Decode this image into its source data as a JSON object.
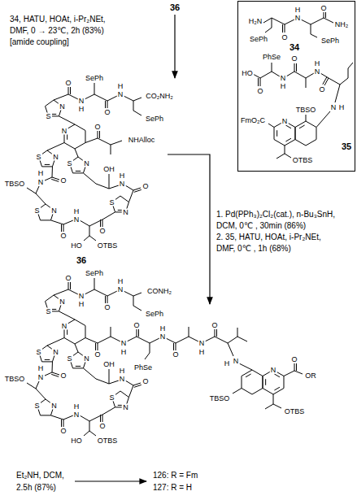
{
  "diagram": {
    "nodes": [
      {
        "text": [
          "H₂N",
          "SePh",
          "O",
          "H",
          "N",
          "SePh",
          "O",
          "NH₂",
          "34",
          "PhSe",
          "HO",
          "O",
          "N",
          "H",
          "O",
          "H",
          "N",
          "O",
          "N",
          "H",
          "TBSO",
          "FmO₂C",
          "N",
          "OTBS",
          "35"
        ]
      }
    ],
    "labels": [
      "36",
      "34, HATU, HOAt, i-Pr₂NEt,",
      "DMF, 0 → 23℃, 2h (83%)",
      "[amide coupling]",
      "S",
      "N",
      "O",
      "N",
      "H",
      "SePh",
      "O",
      "H",
      "N",
      "SePh",
      "N",
      "S",
      "N",
      "S",
      "N",
      "O",
      "H",
      "N",
      "TBSO",
      "S",
      "N",
      "O",
      "H",
      "N",
      "HO",
      "OTBS",
      "O",
      "S",
      "N",
      "O",
      "H",
      "N",
      "OH",
      "O",
      "NHAlloc",
      "CO₂NH₂",
      "36",
      "1. Pd(PPh₃)₂Cl₂(cat.), n-Bu₃SnH,",
      "DCM, 0℃ , 30min (86%)",
      "2. 35, HATU, HOAt, i-Pr₂NEt,",
      "DMF, 0℃ , 1h (68%)",
      "S",
      "N",
      "O",
      "N",
      "H",
      "SePh",
      "O",
      "H",
      "N",
      "SePh",
      "N",
      "S",
      "N",
      "S",
      "N",
      "O",
      "H",
      "N",
      "TBSO",
      "S",
      "N",
      "O",
      "H",
      "N",
      "HO",
      "OTBS",
      "O",
      "S",
      "N",
      "O",
      "H",
      "N",
      "OH",
      "CONH₂",
      "O",
      "H",
      "N",
      "O",
      "PhSe",
      "H",
      "N",
      "O",
      "N",
      "H",
      "O",
      "H",
      "N",
      "TBSO",
      "N",
      "O",
      "OR",
      "OTBS",
      "Et₂NH, DCM,",
      "2.5h (87%)",
      "126: R = Fm",
      "127: R = H"
    ]
  }
}
